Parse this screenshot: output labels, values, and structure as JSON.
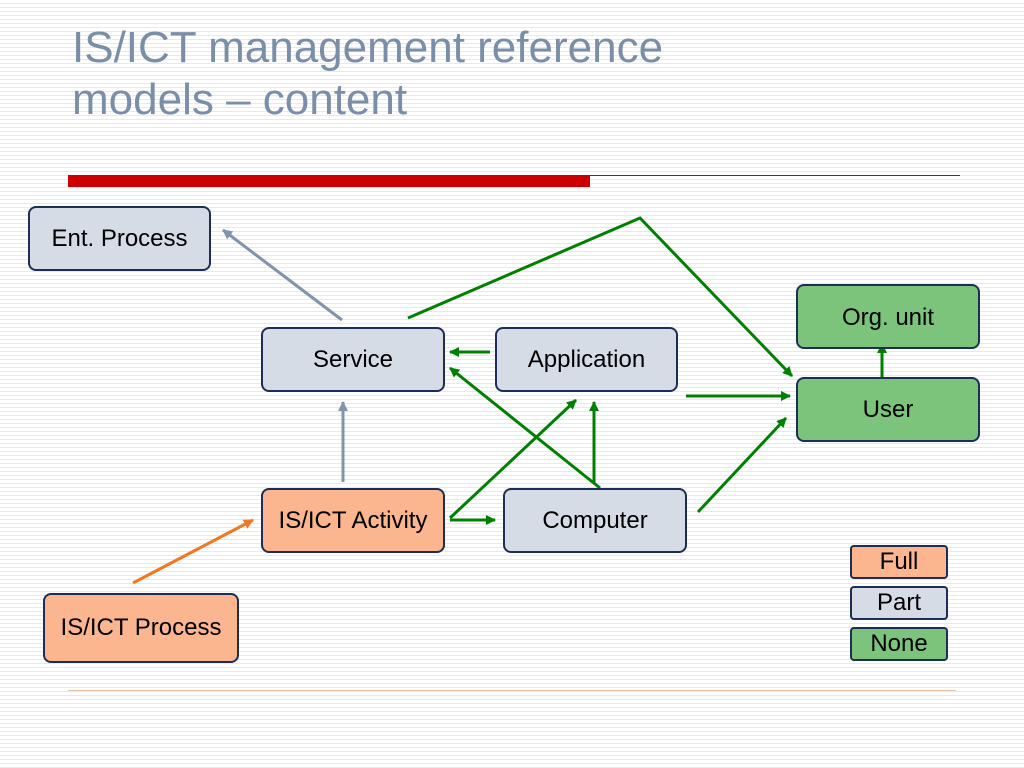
{
  "slide": {
    "title_line1": "IS/ICT management reference",
    "title_line2": "models – content"
  },
  "nodes": {
    "ent_process": "Ent. Process",
    "service": "Service",
    "application": "Application",
    "org_unit": "Org. unit",
    "user": "User",
    "isict_activity": "IS/ICT Activity",
    "computer": "Computer",
    "isict_process": "IS/ICT Process"
  },
  "legend": {
    "full": "Full",
    "part": "Part",
    "none": "None"
  },
  "colors": {
    "title": "#7b8ea7",
    "accent_bar": "#cc0000",
    "part_fill": "#d6dce6",
    "full_fill": "#fbb58f",
    "none_fill": "#7cc37c",
    "border": "#1c2e55",
    "arrow_green": "#008000",
    "arrow_gray": "#8094ab",
    "arrow_orange": "#f07820"
  }
}
